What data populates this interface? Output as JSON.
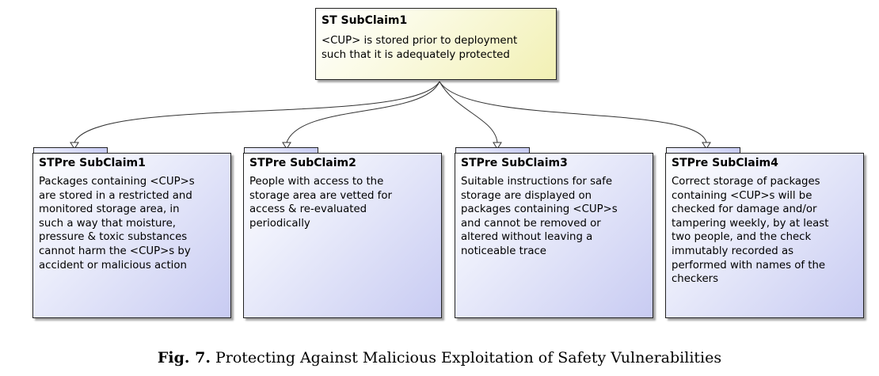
{
  "diagram": {
    "top": {
      "title": "ST SubClaim1",
      "text": "<CUP> is stored prior to deployment\nsuch that it is adequately protected"
    },
    "children": [
      {
        "title": "STPre SubClaim1",
        "text": "Packages containing <CUP>s\nare stored in a restricted and\nmonitored storage area, in\nsuch a way that moisture,\npressure & toxic substances\ncannot harm the <CUP>s by\naccident or malicious action"
      },
      {
        "title": "STPre SubClaim2",
        "text": "People with access to the\nstorage area are vetted for\naccess & re-evaluated\nperiodically"
      },
      {
        "title": "STPre SubClaim3",
        "text": "Suitable instructions for safe\nstorage are displayed on\npackages containing <CUP>s\nand cannot be removed or\naltered without leaving a\nnoticeable trace"
      },
      {
        "title": "STPre SubClaim4",
        "text": "Correct storage of packages\ncontaining <CUP>s will be\nchecked for damage and/or\ntampering weekly, by at least\ntwo people, and the check\nimmutably recorded as\nperformed with names of the\ncheckers"
      }
    ]
  },
  "caption": {
    "label": "Fig. 7.",
    "text": " Protecting Against Malicious Exploitation of Safety Vulnerabilities"
  }
}
